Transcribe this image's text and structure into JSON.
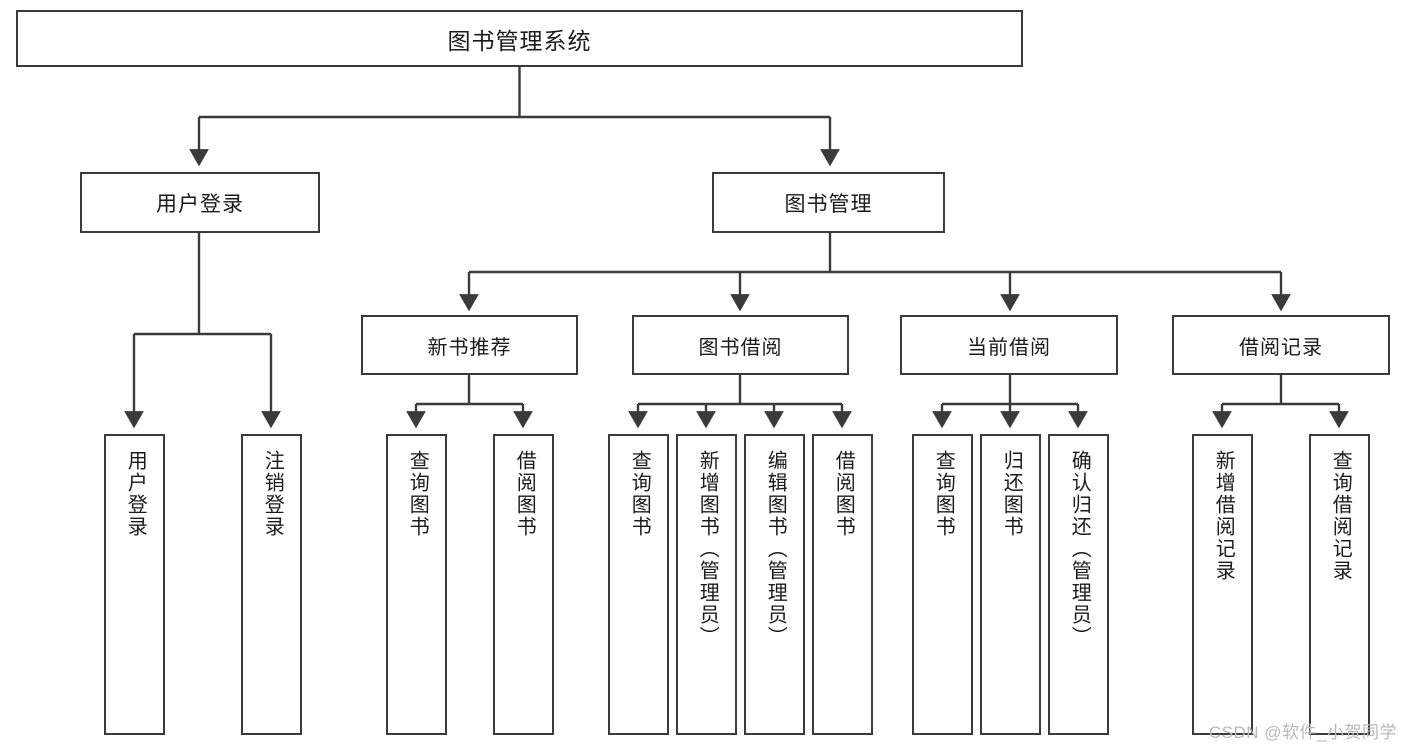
{
  "diagram": {
    "title": "图书管理系统",
    "watermark": "CSDN @软件_小贺同学",
    "colors": {
      "stroke": "#3a3a3a",
      "box_fill": "#ffffff",
      "text": "#1b1b1b",
      "background": "#ffffff",
      "watermark": "#b9b9b9"
    },
    "root": {
      "label": "图书管理系统"
    },
    "level2": [
      {
        "id": "user-login",
        "label": "用户登录"
      },
      {
        "id": "book-management",
        "label": "图书管理"
      }
    ],
    "level3": [
      {
        "id": "new-book-recommend",
        "label": "新书推荐"
      },
      {
        "id": "book-borrow",
        "label": "图书借阅"
      },
      {
        "id": "current-borrow",
        "label": "当前借阅"
      },
      {
        "id": "borrow-record",
        "label": "借阅记录"
      }
    ],
    "leaves": {
      "user_login": [
        {
          "id": "leaf-user-login",
          "label": "用户登录"
        },
        {
          "id": "leaf-logout-login",
          "label": "注销登录"
        }
      ],
      "new_book_recommend": [
        {
          "id": "leaf-query-book-1",
          "label": "查询图书"
        },
        {
          "id": "leaf-borrow-book-1",
          "label": "借阅图书"
        }
      ],
      "book_borrow": [
        {
          "id": "leaf-query-book-2",
          "label": "查询图书"
        },
        {
          "id": "leaf-add-book",
          "label": "新增图书（管理员）"
        },
        {
          "id": "leaf-edit-book",
          "label": "编辑图书（管理员）"
        },
        {
          "id": "leaf-borrow-book-2",
          "label": "借阅图书"
        }
      ],
      "current_borrow": [
        {
          "id": "leaf-query-book-3",
          "label": "查询图书"
        },
        {
          "id": "leaf-return-book",
          "label": "归还图书"
        },
        {
          "id": "leaf-confirm-return",
          "label": "确认归还（管理员）"
        }
      ],
      "borrow_record": [
        {
          "id": "leaf-add-record",
          "label": "新增借阅记录"
        },
        {
          "id": "leaf-query-record",
          "label": "查询借阅记录"
        }
      ]
    }
  }
}
